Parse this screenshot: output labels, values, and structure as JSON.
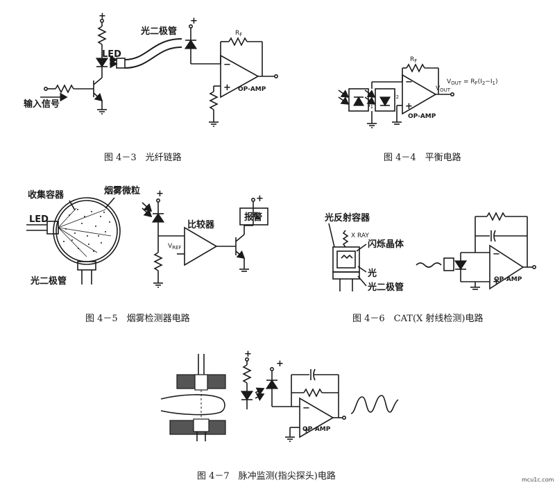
{
  "fig43": {
    "caption": "图 4－3　光纤链路",
    "led": "LED",
    "photodiode": "光二极管",
    "rf": "R",
    "rf_sub": "F",
    "opamp": "OP-AMP",
    "input": "输入信号",
    "plus": "+"
  },
  "fig44": {
    "caption": "图 4－4　平衡电路",
    "rf": "R",
    "rf_sub": "F",
    "formula": "V",
    "formula_sub": "OUT",
    "formula_rest": " = R",
    "formula_rsub": "F",
    "formula_tail": "(I",
    "formula_i2": "2",
    "formula_mid": "−I",
    "formula_i1": "1",
    "formula_end": ")",
    "vout": "V",
    "vout_sub": "OUT",
    "i1": "I",
    "i1_sub": "1",
    "i2": "I",
    "i2_sub": "2",
    "opamp": "OP-AMP"
  },
  "fig45": {
    "caption": "图 4－5　烟雾检测器电路",
    "collector": "收集容器",
    "smoke": "烟雾微粒",
    "led": "LED",
    "photodiode": "光二极管",
    "comparator": "比较器",
    "alarm": "报警",
    "vref": "V",
    "vref_sub": "REF",
    "plus": "+"
  },
  "fig46": {
    "caption": "图 4－6　CAT(X 射线检测)电路",
    "reflective": "光反射容器",
    "xray": "X RAY",
    "scint": "闪烁晶体",
    "light": "光",
    "photodiode": "光二极管",
    "opamp": "OP-AMP"
  },
  "fig47": {
    "caption": "图 4－7　脉冲监测(指尖探头)电路",
    "opamp": "OP-AMP",
    "plus": "+"
  },
  "watermark": "mcu1c.com",
  "colors": {
    "ink": "#1a1a1a",
    "paper": "#ffffff"
  }
}
